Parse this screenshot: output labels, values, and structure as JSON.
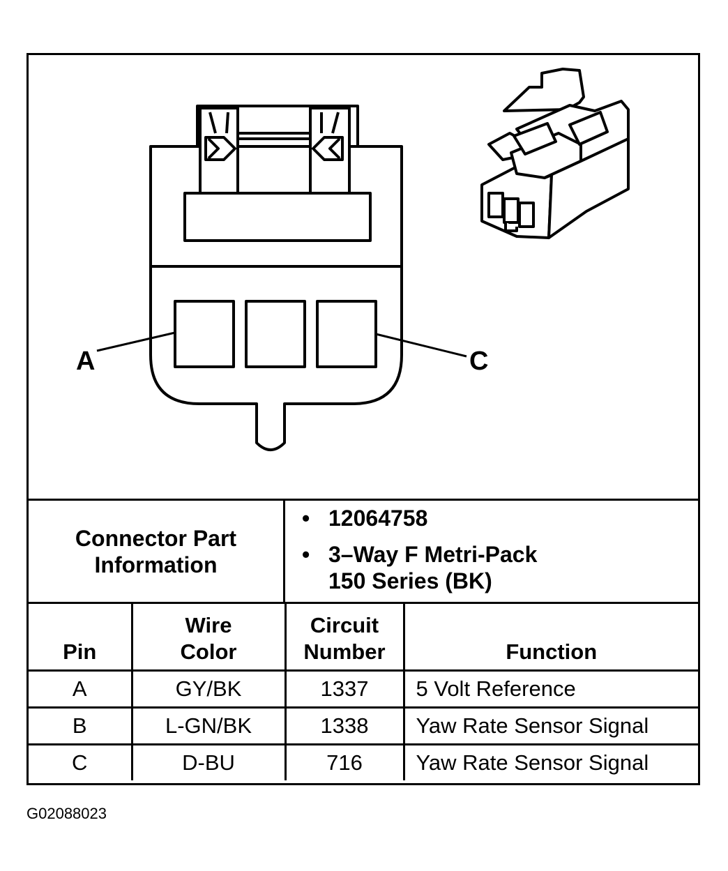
{
  "diagram": {
    "pin_labels": {
      "left": "A",
      "right": "C"
    }
  },
  "part_info": {
    "heading_line1": "Connector Part",
    "heading_line2": "Information",
    "bullet_symbol": "•",
    "part_number": "12064758",
    "description_line1": "3–Way F Metri-Pack",
    "description_line2": "150 Series (BK)"
  },
  "pin_table": {
    "headers": {
      "pin": "Pin",
      "wire_color_line1": "Wire",
      "wire_color_line2": "Color",
      "circuit_line1": "Circuit",
      "circuit_line2": "Number",
      "function": "Function"
    },
    "rows": [
      {
        "pin": "A",
        "wire_color": "GY/BK",
        "circuit": "1337",
        "function": "5 Volt Reference"
      },
      {
        "pin": "B",
        "wire_color": "L-GN/BK",
        "circuit": "1338",
        "function": "Yaw Rate Sensor Signal"
      },
      {
        "pin": "C",
        "wire_color": "D-BU",
        "circuit": "716",
        "function": "Yaw Rate Sensor Signal"
      }
    ]
  },
  "figure_id": "G02088023"
}
